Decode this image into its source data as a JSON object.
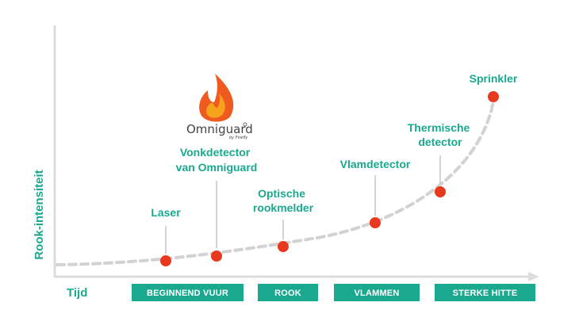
{
  "colors": {
    "accent": "#1aa88f",
    "axis": "#dcdcdc",
    "curve": "#d2d2d2",
    "marker": "#e8391e",
    "leader": "#c6c6c6",
    "logo_text": "#444444",
    "flame_outer": "#ef5a1f",
    "flame_inner": "#f7a21c"
  },
  "axes": {
    "y_label": "Rook-intensiteit",
    "x_label": "Tijd"
  },
  "logo": {
    "name": "Omniguard",
    "tagline": "by Firefly"
  },
  "detectors": [
    {
      "lines": [
        "Laser"
      ]
    },
    {
      "lines": [
        "Vonkdetector",
        "van Omniguard"
      ]
    },
    {
      "lines": [
        "Optische",
        "rookmelder"
      ]
    },
    {
      "lines": [
        "Vlamdetector"
      ]
    },
    {
      "lines": [
        "Thermische",
        "detector"
      ]
    },
    {
      "lines": [
        "Sprinkler"
      ]
    }
  ],
  "phases": [
    "BEGINNEND VUUR",
    "ROOK",
    "VLAMMEN",
    "STERKE HITTE"
  ]
}
